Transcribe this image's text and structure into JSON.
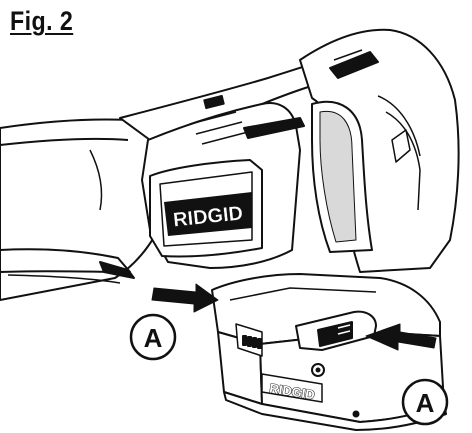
{
  "figure": {
    "title": "Fig. 2"
  },
  "tool": {
    "brand": "RIDGID"
  },
  "battery": {
    "brand": "RIDGID"
  },
  "callouts": [
    {
      "label": "A"
    },
    {
      "label": "A"
    }
  ],
  "colors": {
    "ink": "#111111",
    "paper": "#ffffff",
    "shade": "#d9d9d9"
  }
}
